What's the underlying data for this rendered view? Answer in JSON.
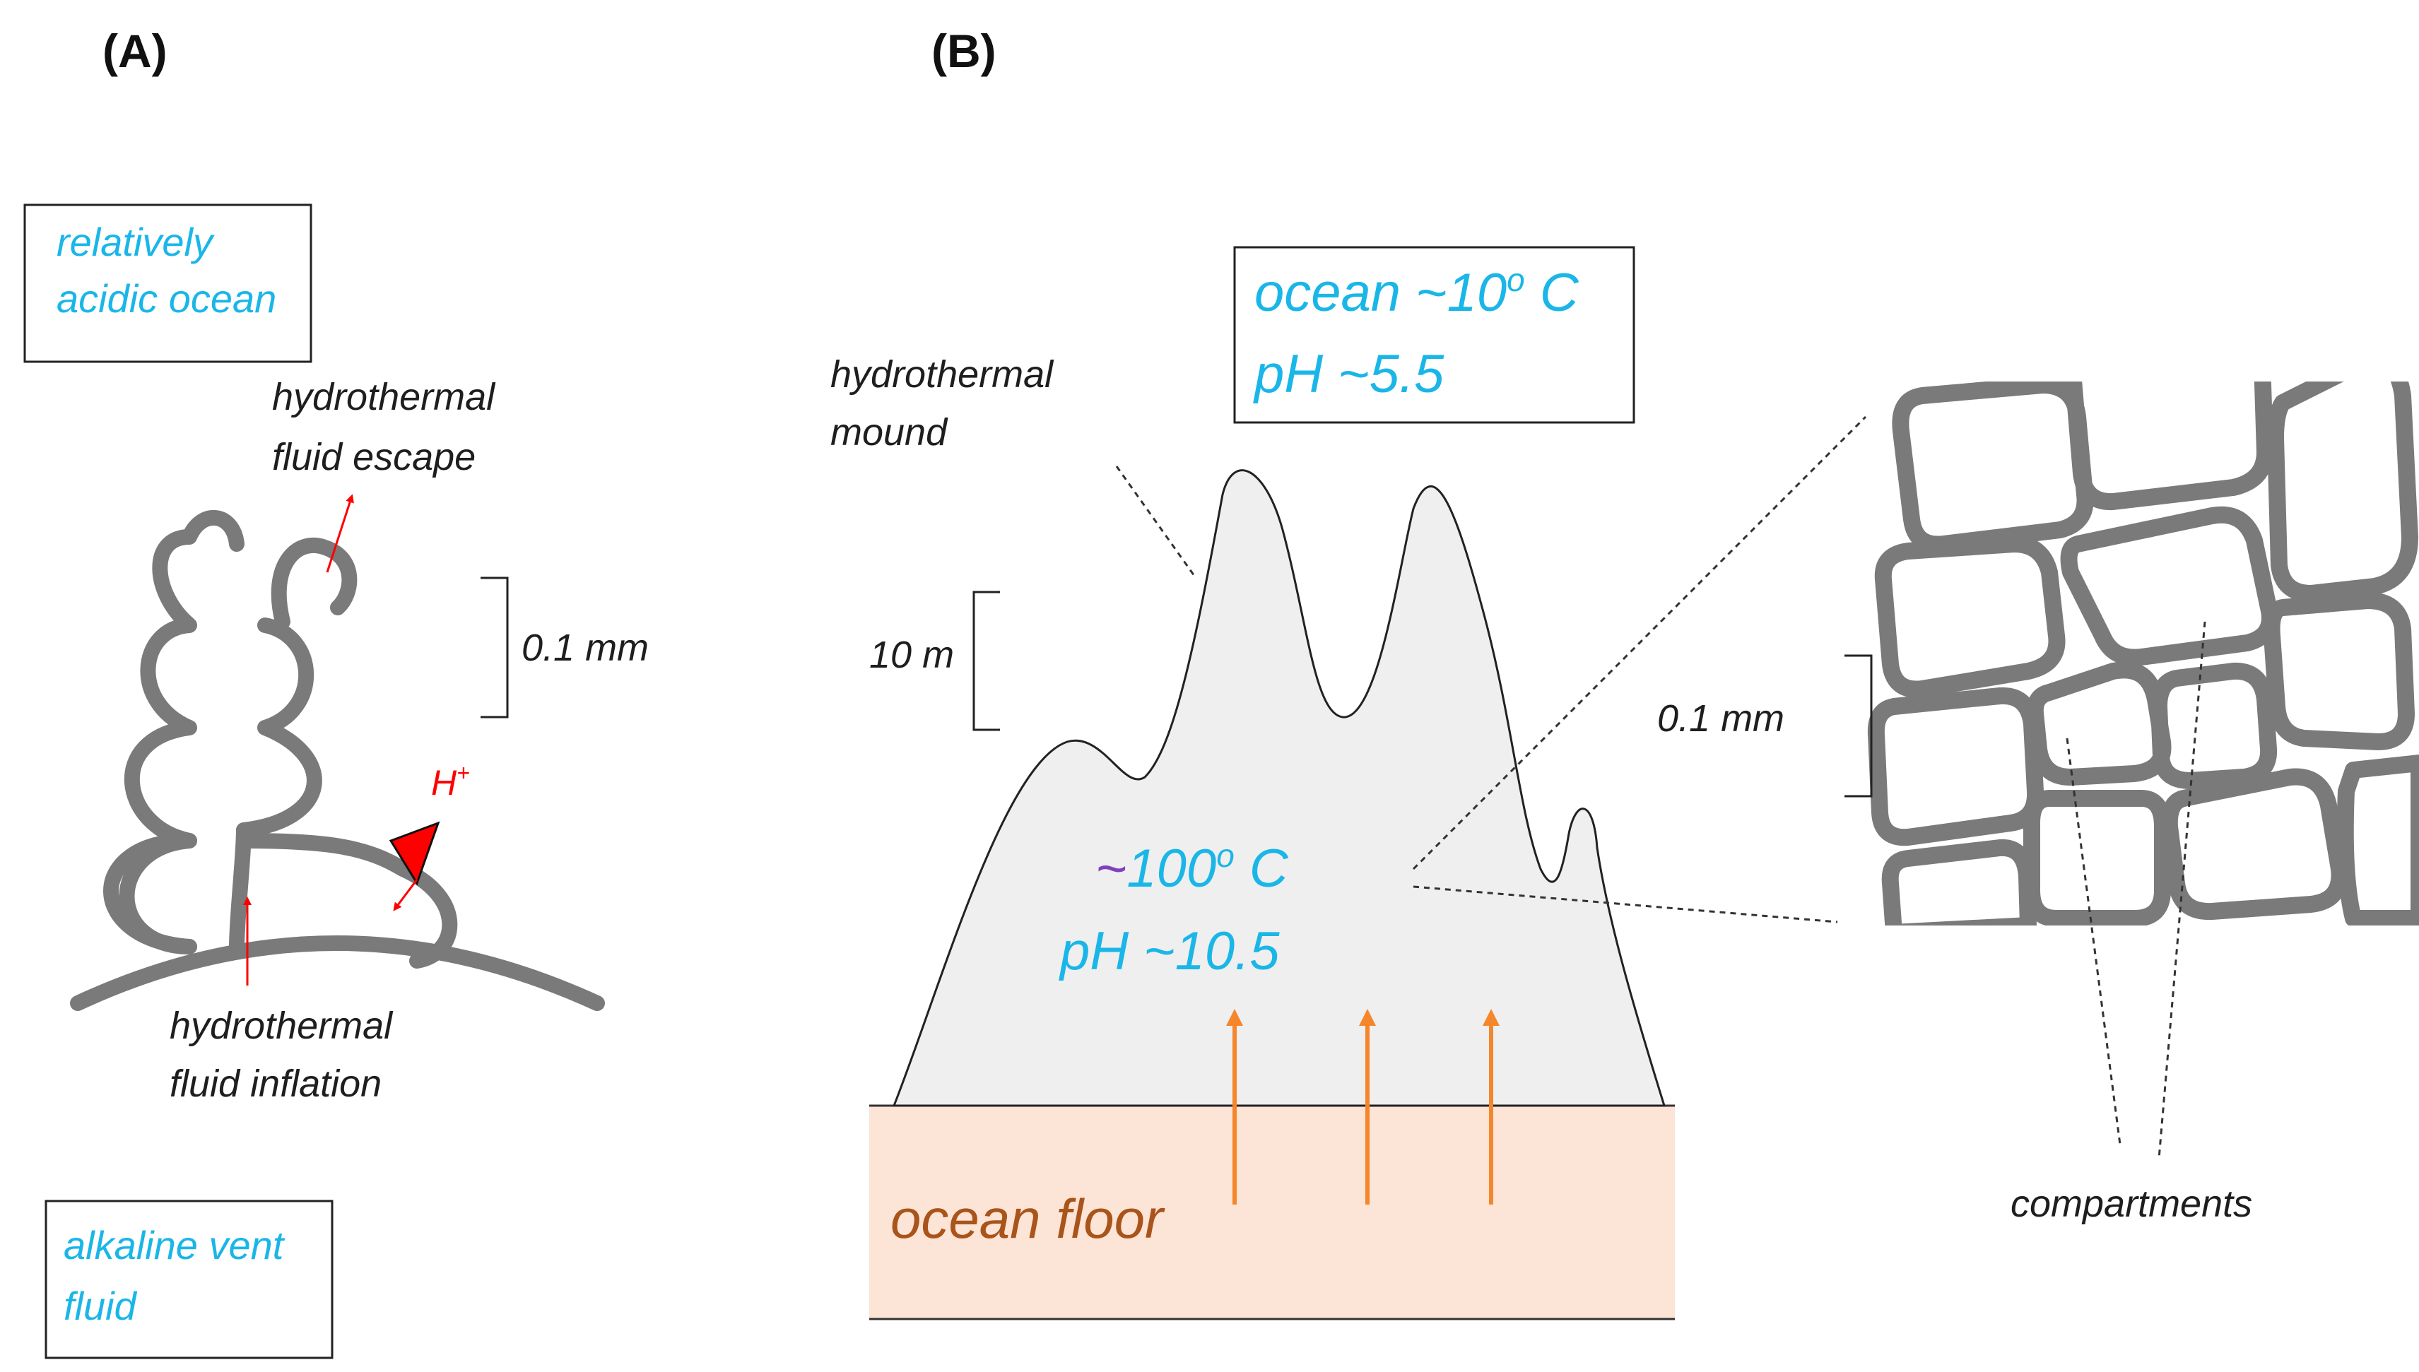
{
  "panels": {
    "a": "(A)",
    "b": "(B)"
  },
  "panel_a": {
    "ocean_box": {
      "line1": "relatively",
      "line2": "acidic ocean"
    },
    "fluid_escape": {
      "line1": "hydrothermal",
      "line2": "fluid escape"
    },
    "scale": "0.1 mm",
    "proton": "H",
    "proton_charge": "+",
    "fluid_inflation": {
      "line1": "hydrothermal",
      "line2": "fluid inflation"
    },
    "vent_box": {
      "line1": "alkaline vent",
      "line2": "fluid"
    }
  },
  "panel_b": {
    "ocean_box": {
      "line1": "ocean ~10",
      "line1_sup": "o",
      "line1_end": " C",
      "line2": "pH ~5.5"
    },
    "mound_label": {
      "line1": "hydrothermal",
      "line2": "mound"
    },
    "scale_m": "10 m",
    "interior": {
      "tilde": "~",
      "temp": "100",
      "temp_sup": "o",
      "temp_end": " C",
      "ph": "pH ~10.5"
    },
    "floor": "ocean floor",
    "scale_mm": "0.1 mm",
    "compartments": "compartments"
  },
  "colors": {
    "cyan_text": "#1ab6e8",
    "red_arrow": "#ff0000",
    "orange_arrow": "#f5862b",
    "mound_fill": "#efefef",
    "floor_fill": "#fce4d6",
    "floor_text": "#a9541a",
    "membrane": "#7a7a7a",
    "purple_tilde": "#7f3fbf"
  }
}
